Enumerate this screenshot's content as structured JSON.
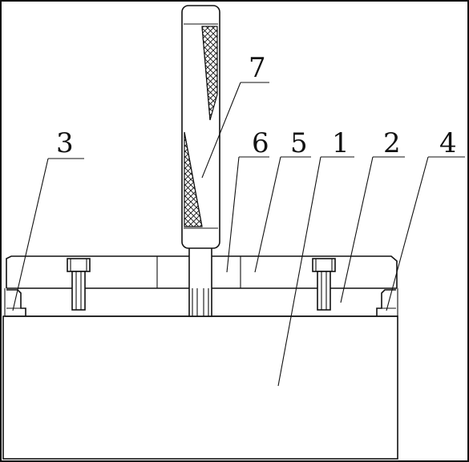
{
  "figure": {
    "labels": [
      {
        "id": "3",
        "text": "3"
      },
      {
        "id": "7",
        "text": "7"
      },
      {
        "id": "6",
        "text": "6"
      },
      {
        "id": "5",
        "text": "5"
      },
      {
        "id": "1",
        "text": "1"
      },
      {
        "id": "2",
        "text": "2"
      },
      {
        "id": "4",
        "text": "4"
      }
    ]
  }
}
